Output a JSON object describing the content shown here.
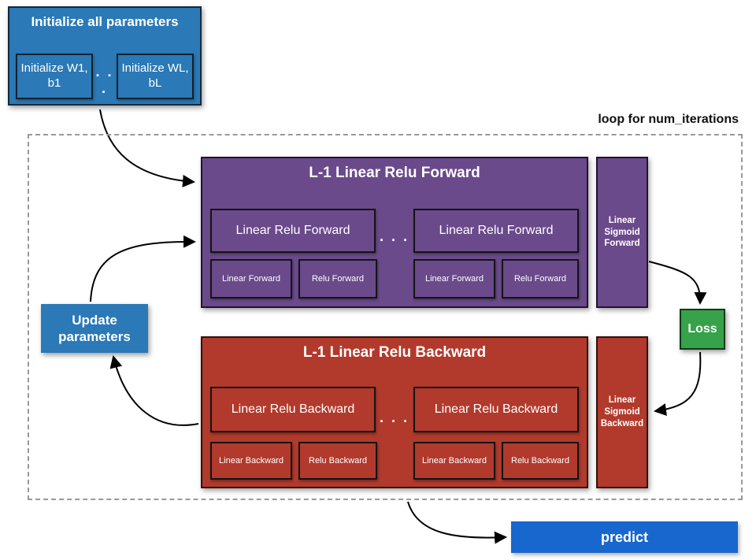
{
  "colors": {
    "blue": "#2b79b6",
    "bright_blue": "#1767cf",
    "purple": "#6a4a8b",
    "red": "#b13a2c",
    "green": "#36a24a",
    "loop_border": "#999999",
    "arrow": "#000000"
  },
  "init_box": {
    "title": "Initialize all parameters",
    "items": [
      "Initialize W1, b1",
      "Initialize WL, bL"
    ],
    "dots": "· · ·"
  },
  "loop_label": "loop for num_iterations",
  "forward": {
    "title": "L-1 Linear Relu Forward",
    "blocks": [
      {
        "label": "Linear Relu Forward",
        "linear": "Linear Forward",
        "relu": "Relu Forward"
      },
      {
        "label": "Linear Relu Forward",
        "linear": "Linear Forward",
        "relu": "Relu Forward"
      }
    ],
    "dots": "· · ·",
    "sigmoid": "Linear Sigmoid Forward"
  },
  "loss_label": "Loss",
  "backward": {
    "title": "L-1 Linear Relu Backward",
    "blocks": [
      {
        "label": "Linear Relu Backward",
        "linear": "Linear Backward",
        "relu": "Relu Backward"
      },
      {
        "label": "Linear Relu Backward",
        "linear": "Linear Backward",
        "relu": "Relu Backward"
      }
    ],
    "dots": "· · ·",
    "sigmoid": "Linear Sigmoid Backward"
  },
  "update_label": "Update parameters",
  "predict_label": "predict"
}
